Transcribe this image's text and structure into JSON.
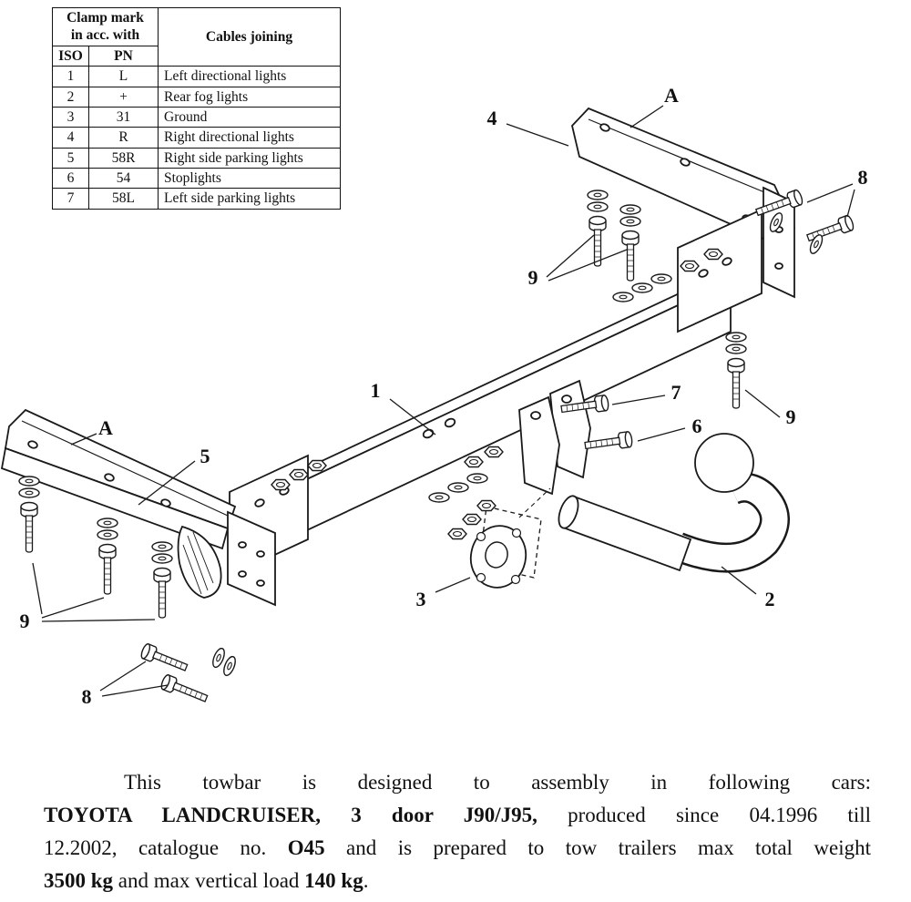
{
  "table": {
    "header": {
      "line1": "Clamp mark",
      "line2": "in acc. with",
      "col_iso": "ISO",
      "col_pn": "PN",
      "cables": "Cables joining"
    },
    "rows": [
      {
        "iso": "1",
        "pn": "L",
        "desc": "Left directional lights"
      },
      {
        "iso": "2",
        "pn": "+",
        "desc": "Rear fog lights"
      },
      {
        "iso": "3",
        "pn": "31",
        "desc": "Ground"
      },
      {
        "iso": "4",
        "pn": "R",
        "desc": "Right directional lights"
      },
      {
        "iso": "5",
        "pn": "58R",
        "desc": "Right side parking lights"
      },
      {
        "iso": "6",
        "pn": "54",
        "desc": "Stoplights"
      },
      {
        "iso": "7",
        "pn": "58L",
        "desc": "Left side parking lights"
      }
    ]
  },
  "callouts": {
    "c1": "1",
    "c2": "2",
    "c3": "3",
    "c4": "4",
    "c5": "5",
    "c6": "6",
    "c7": "7",
    "c8": "8",
    "c9": "9",
    "cA": "A"
  },
  "description": {
    "line1": "This towbar is designed to assembly in following cars:",
    "line2_bold": "TOYOTA LANDCRUISER, 3 door J90/J95,",
    "line2_rest": " produced since 04.1996 till",
    "line3_pre": "12.2002, catalogue no. ",
    "line3_bold": "O45",
    "line3_rest": " and is prepared to tow trailers max total weight",
    "line4_bold1": "3500 kg",
    "line4_mid": " and max vertical load ",
    "line4_bold2": "140 kg",
    "line4_end": "."
  },
  "colors": {
    "line": "#1a1a1a",
    "background": "#ffffff"
  }
}
